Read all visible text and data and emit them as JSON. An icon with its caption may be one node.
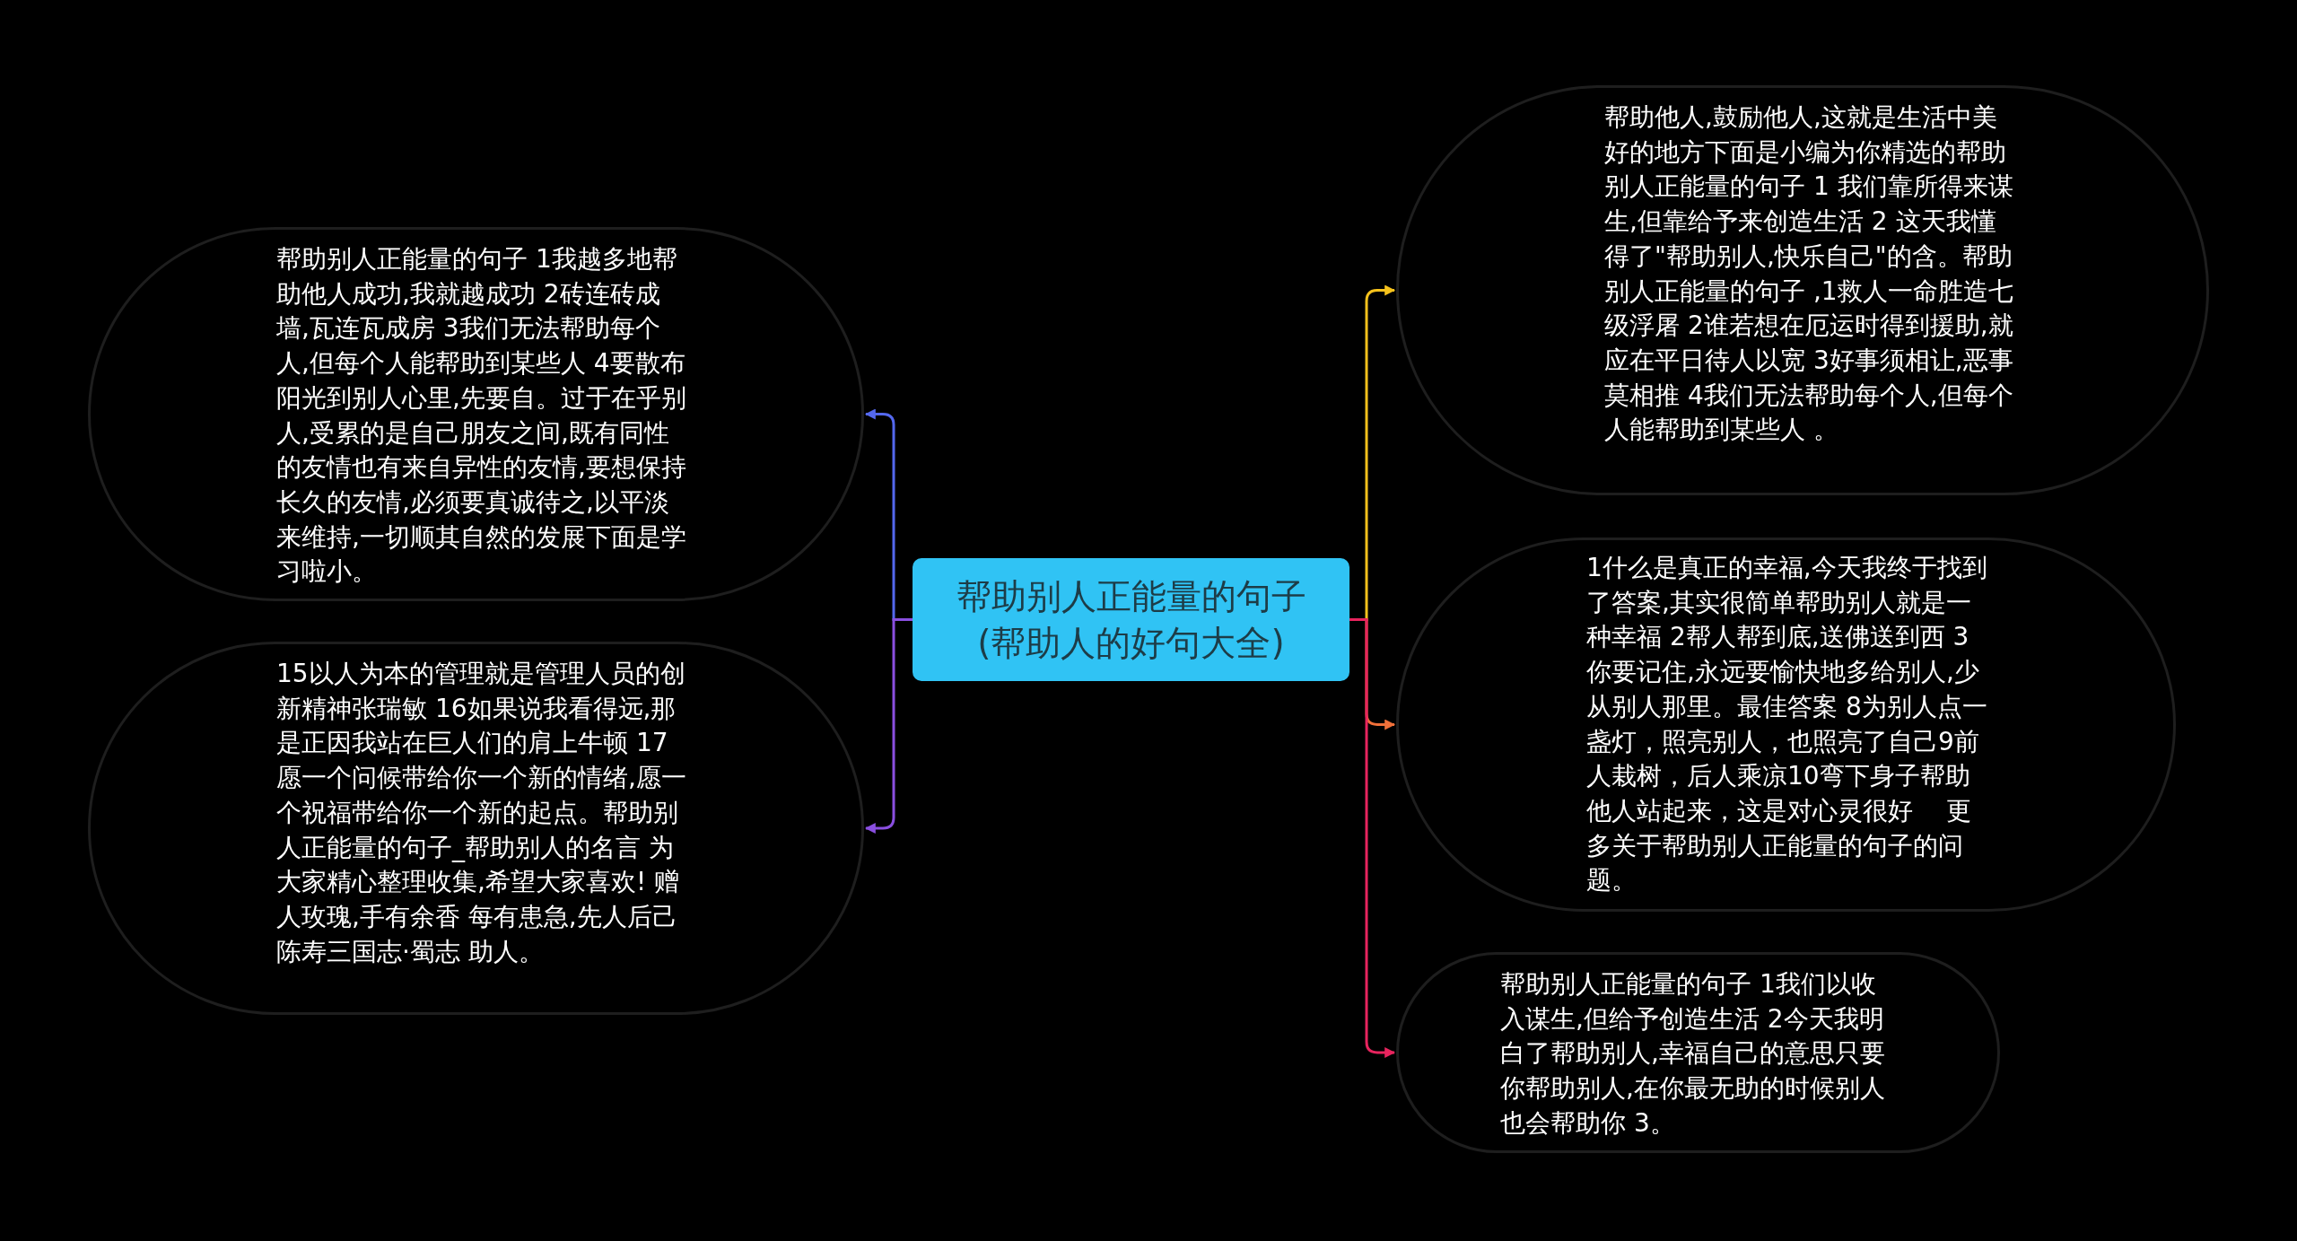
{
  "diagram": {
    "nodes": [
      {
        "text": [
          "帮助别人正能量的句子(帮助人的好句大全)"
        ]
      },
      {
        "text": [
          "帮助别人正能量的句子 1我越多地帮助他人成功,我就越成功 2砖连砖成墙,瓦连瓦成房 3我们无法帮助每个人,但每个人能帮助到某些人 4要散布阳光到别人心里,先要自。过于在乎别人,受累的是自己朋友之间,既有同性的友情也有来自异性的友情,要想保持长久的友情,必须要真诚待之,以平淡来维持,一切顺其自然的发展下面是学习啦小。"
        ]
      },
      {
        "text": [
          "15以人为本的管理就是管理人员的创新精神张瑞敏 16如果说我看得远,那是正因我站在巨人们的肩上牛顿 17愿一个问候带给你一个新的情绪,愿一个祝福带给你一个新的起点。帮助别人正能量的句子_帮助别人的名言 为大家精心整理收集,希望大家喜欢! 赠人玫瑰,手有余香 每有患急,先人后己陈寿三国志·蜀志 助人。"
        ]
      },
      {
        "text": [
          "帮助他人,鼓励他人,这就是生活中美好的地方下面是小编为你精选的帮助别人正能量的句子 1 我们靠所得来谋生,但靠给予来创造生活 2 这天我懂得了\"帮助别人,快乐自己\"的含。帮助别人正能量的句子 ,1救人一命胜造七级浮屠 2谁若想在厄运时得到援助,就应在平日待人以宽 3好事须相让,恶事莫相推 4我们无法帮助每个人,但每个人能帮助到某些人 。"
        ]
      },
      {
        "text": [
          "1什么是真正的幸福,今天我终于找到了答案,其实很简单帮助别人就是一种幸福 2帮人帮到底,送佛送到西 3你要记住,永远要愉快地多给别人,少从别人那里。最佳答案 8为别人点一盏灯，照亮别人，也照亮了自己9前人栽树，后人乘凉10弯下身子帮助他人站起来，这是对心灵很好　 更多关于帮助别人正能量的句子的问题。"
        ]
      },
      {
        "text": [
          "帮助别人正能量的句子 1我们以收入谋生,但给予创造生活 2今天我明白了帮助别人,幸福自己的意思只要你帮助别人,在你最无助的时候别人也会帮助你 3。"
        ]
      }
    ],
    "edges": [
      {
        "from": 0,
        "to": 1,
        "arrow": "to",
        "color": "#5468ee"
      },
      {
        "from": 0,
        "to": 2,
        "arrow": "to",
        "color": "#8a4fe0"
      },
      {
        "from": 0,
        "to": 3,
        "arrow": "to",
        "color": "#f6c21c"
      },
      {
        "from": 0,
        "to": 4,
        "arrow": "to",
        "color": "#f0703a"
      },
      {
        "from": 0,
        "to": 5,
        "arrow": "to",
        "color": "#e8245e"
      }
    ]
  }
}
